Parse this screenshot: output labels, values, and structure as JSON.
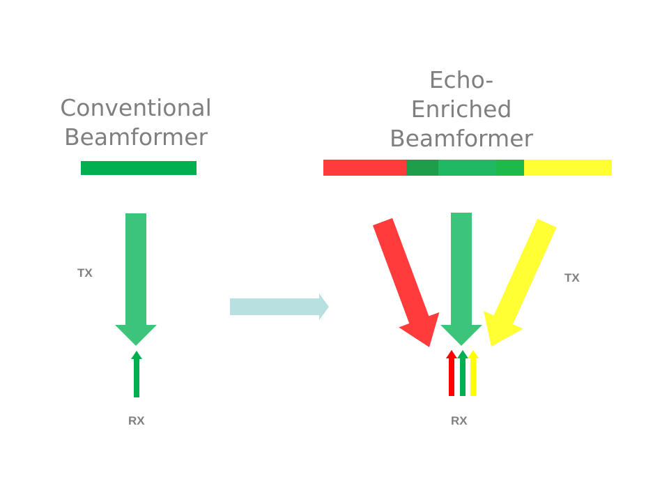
{
  "left_panel": {
    "title_line1": "Conventional",
    "title_line2": "Beamformer",
    "tx_label": "TX",
    "rx_label": "RX"
  },
  "right_panel": {
    "title_line1": "Echo-",
    "title_line2": "Enriched",
    "title_line3": "Beamformer",
    "tx_label": "TX",
    "rx_label": "RX"
  },
  "colors": {
    "green": "#00b050",
    "tx_green": "#3cc47a",
    "red": "#ff3b3b",
    "yellow": "#ffff33",
    "transition_arrow": "#b9e0e0",
    "rx_red": "#ff0000",
    "rx_green": "#00b050",
    "rx_yellow": "#ffff00"
  }
}
